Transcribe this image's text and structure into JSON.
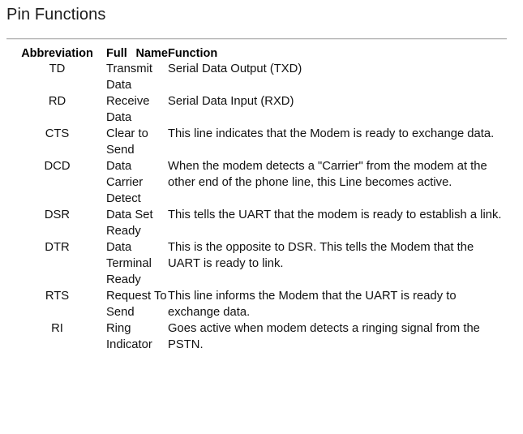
{
  "page": {
    "title": "Pin Functions"
  },
  "table": {
    "headers": {
      "abbreviation": "Abbreviation",
      "full_name": "Full Name",
      "function": "Function"
    },
    "rows": [
      {
        "abbreviation": "TD",
        "full_name": "Transmit Data",
        "function": "Serial Data Output (TXD)"
      },
      {
        "abbreviation": "RD",
        "full_name": "Receive Data",
        "function": "Serial Data Input (RXD)"
      },
      {
        "abbreviation": "CTS",
        "full_name": "Clear to Send",
        "function": "This line indicates that the Modem is ready to exchange data."
      },
      {
        "abbreviation": "DCD",
        "full_name": "Data Carrier Detect",
        "function": "When the modem detects a \"Carrier\" from the modem at the other end of the phone line, this Line becomes active."
      },
      {
        "abbreviation": "DSR",
        "full_name": "Data Set Ready",
        "function": "This tells the UART that the modem is ready to establish a link."
      },
      {
        "abbreviation": "DTR",
        "full_name": "Data Terminal Ready",
        "function": "This is the opposite to DSR. This tells the Modem that the UART is ready to link."
      },
      {
        "abbreviation": "RTS",
        "full_name": "Request To Send",
        "function": "This line informs the Modem that the UART is ready to exchange data."
      },
      {
        "abbreviation": "RI",
        "full_name": "Ring Indicator",
        "function": "Goes active when modem detects a ringing signal from the PSTN."
      }
    ]
  },
  "colors": {
    "text": "#111111",
    "title": "#1a1a1a",
    "rule": "#b8b8b8",
    "background": "#ffffff"
  }
}
